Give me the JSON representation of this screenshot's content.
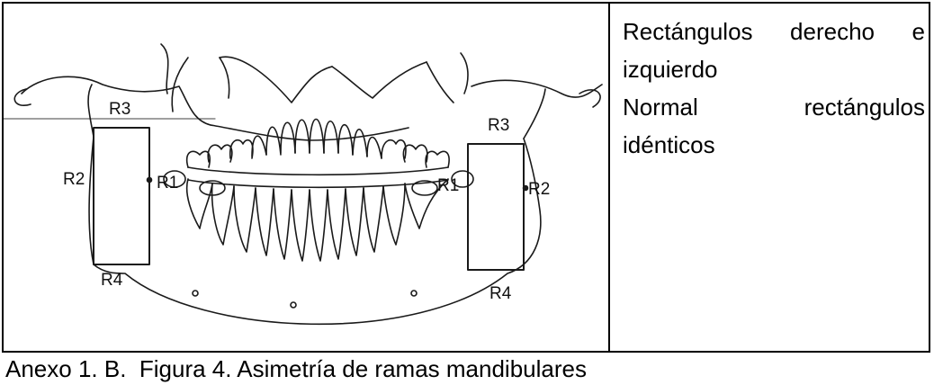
{
  "figure": {
    "labels": {
      "r1_left": "R1",
      "r1_right": "R1",
      "r2_left": "R2",
      "r2_right": "R2",
      "r3_left": "R3",
      "r3_right": "R3",
      "r4_left": "R4",
      "r4_right": "R4"
    }
  },
  "description": {
    "line1_a": "Rectángulos",
    "line1_b": "derecho",
    "line1_c": "e",
    "line2": "izquierdo",
    "line3_a": "Normal",
    "line3_b": "rectángulos",
    "line4": "idénticos"
  },
  "caption": "Anexo 1. B.  Figura 4. Asimetría de ramas mandibulares"
}
